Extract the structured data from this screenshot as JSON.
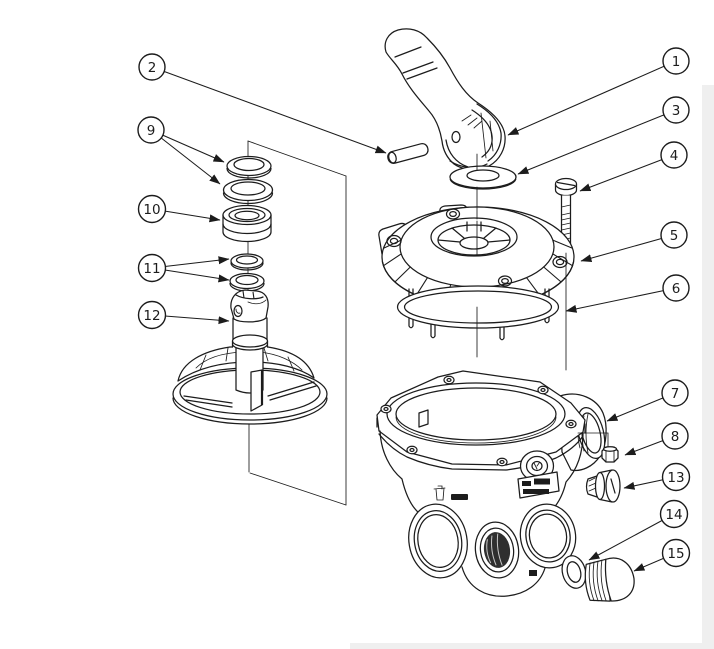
{
  "figure": {
    "type": "exploded-parts-diagram",
    "subject": "multiport valve assembly",
    "background_color": "#ffffff",
    "line_color": "#1c1c1c",
    "callouts": [
      {
        "label": "1"
      },
      {
        "label": "2"
      },
      {
        "label": "3"
      },
      {
        "label": "4"
      },
      {
        "label": "5"
      },
      {
        "label": "6"
      },
      {
        "label": "7"
      },
      {
        "label": "8"
      },
      {
        "label": "9"
      },
      {
        "label": "10"
      },
      {
        "label": "11"
      },
      {
        "label": "12"
      },
      {
        "label": "13"
      },
      {
        "label": "14"
      },
      {
        "label": "15"
      }
    ]
  }
}
